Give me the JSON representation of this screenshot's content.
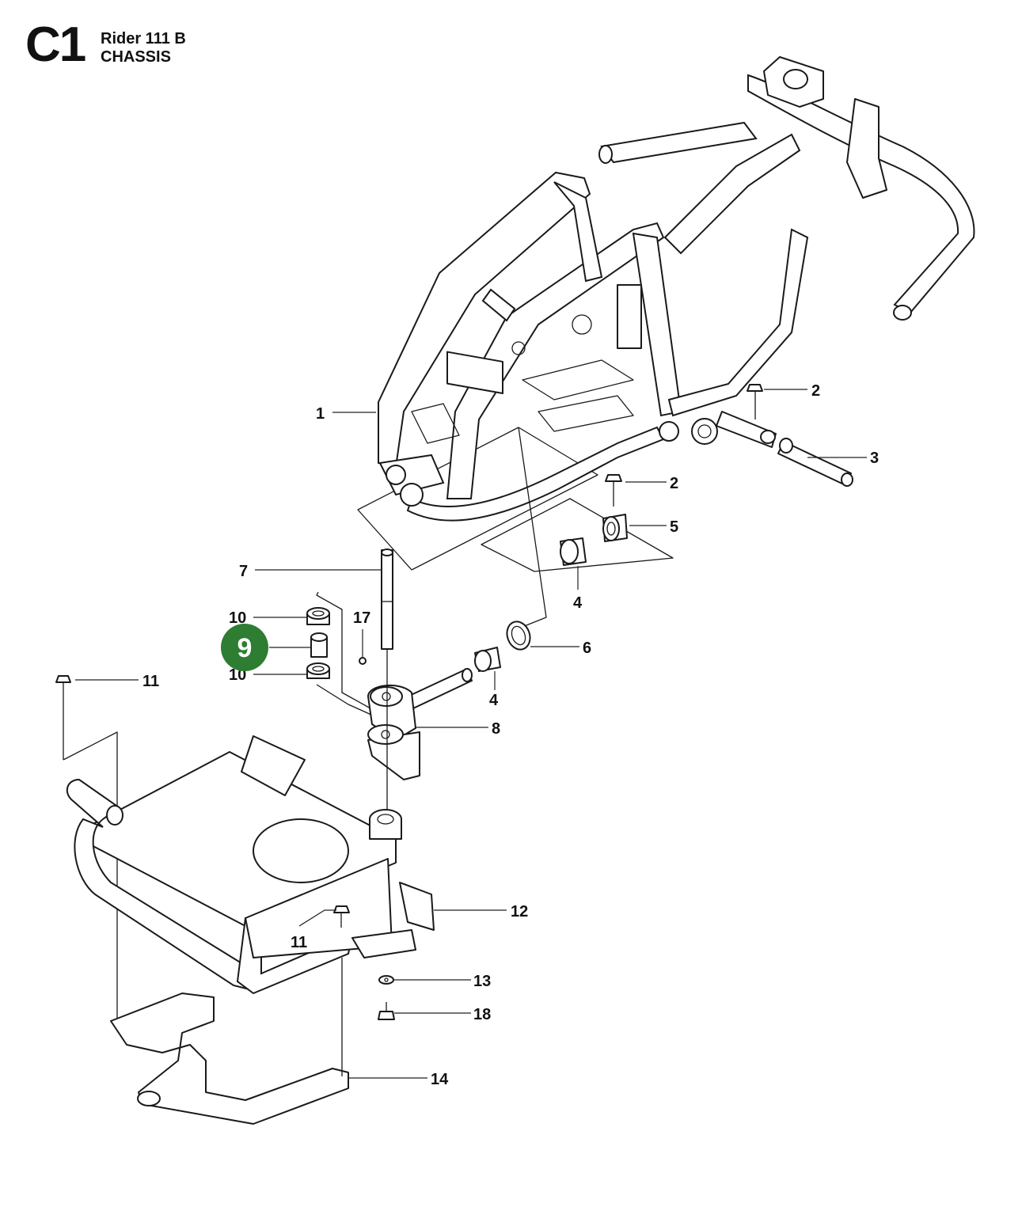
{
  "header": {
    "code": "C1",
    "model": "Rider 111 B",
    "section": "CHASSIS"
  },
  "highlight": {
    "number": "9",
    "color": "#2e7d32"
  },
  "callouts": [
    "1",
    "2",
    "3",
    "2",
    "5",
    "7",
    "4",
    "10",
    "17",
    "6",
    "10",
    "4",
    "11",
    "8",
    "12",
    "11",
    "13",
    "18",
    "14"
  ]
}
